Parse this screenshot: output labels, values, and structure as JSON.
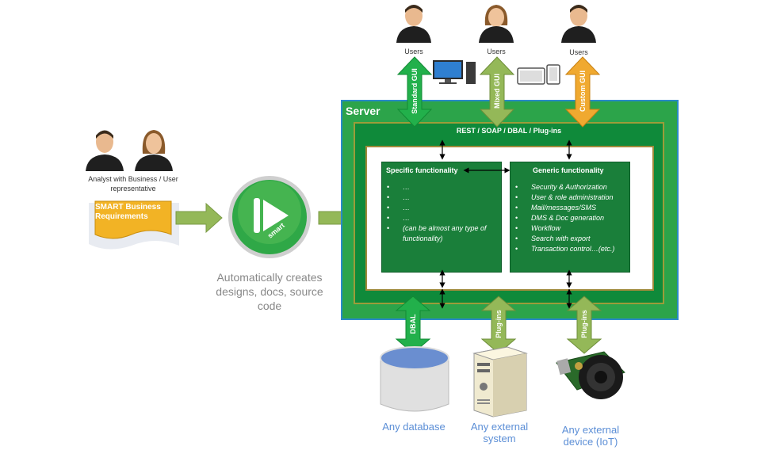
{
  "top": {
    "users_left": "Users",
    "users_mid": "Users",
    "users_right": "Users",
    "gui_standard": "Standard GUI",
    "gui_mixed": "Mixed GUI",
    "gui_custom": "Custom GUI"
  },
  "left": {
    "analyst_label": "Analyst with Business / User representative",
    "doc_title": "SMART Business Requirements",
    "smart_logo_text": "smart",
    "auto_caption": "Automatically creates designs, docs, source code"
  },
  "server": {
    "title": "Server",
    "protocols": "REST / SOAP / DBAL / Plug-ins",
    "specific": {
      "title": "Specific functionality",
      "items": [
        "…",
        "…",
        "…",
        "…",
        "(can be almost any type of functionality)"
      ]
    },
    "generic": {
      "title": "Generic functionality",
      "items": [
        "Security & Authorization",
        "User & role administration",
        "Mail/messages/SMS",
        "DMS & Doc generation",
        "Workflow",
        "Search with export",
        "Transaction control…(etc.)"
      ]
    }
  },
  "bottom": {
    "arrow_dbal": "DBAL",
    "arrow_plugins_1": "Plug-ins",
    "arrow_plugins_2": "Plug-ins",
    "db_label": "Any database",
    "system_label": "Any external system",
    "device_label": "Any external device (IoT)"
  },
  "colors": {
    "server_green": "#2ca44a",
    "dark_green": "#0f8a3a",
    "inner_green": "#1a7f3a",
    "arrow_green": "#22b04b",
    "arrow_orange": "#f0a930",
    "arrow_olive": "#94b858",
    "doc_yellow": "#f2b325"
  }
}
